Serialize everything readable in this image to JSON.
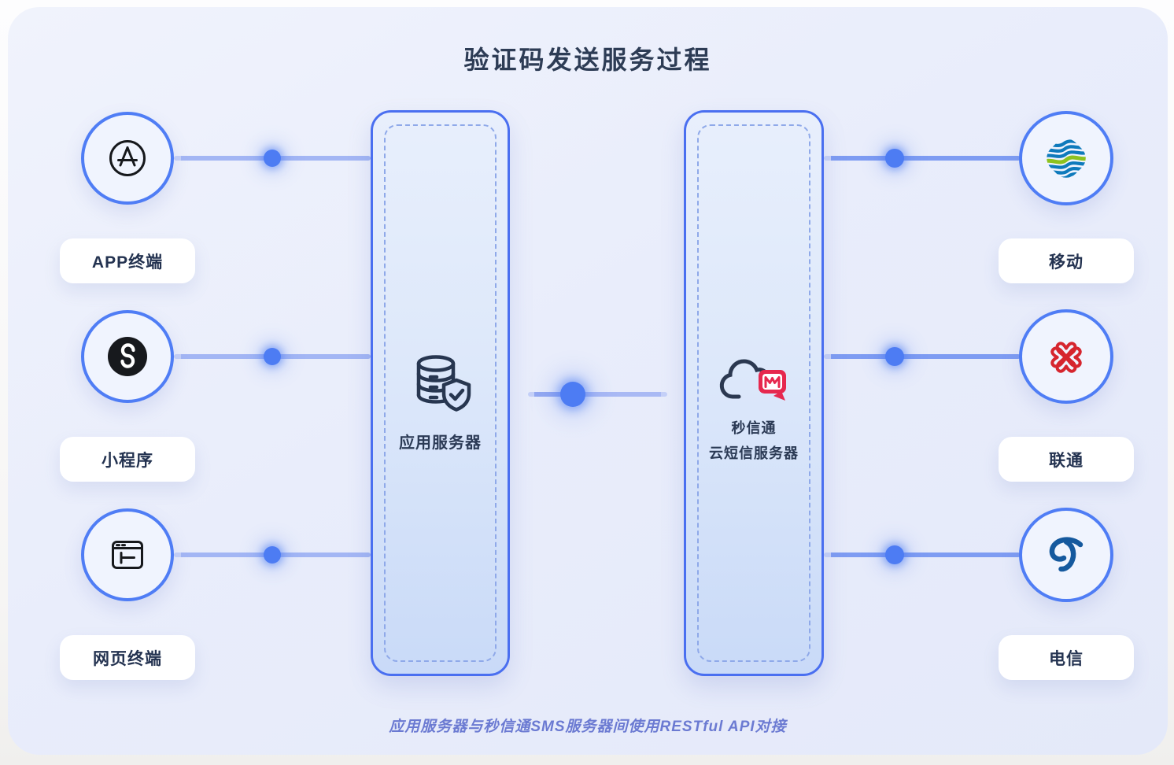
{
  "title": "验证码发送服务过程",
  "caption": "应用服务器与秒信通SMS服务器间使用RESTful API对接",
  "terminals": [
    {
      "label": "APP终端",
      "icon": "app-store-icon"
    },
    {
      "label": "小程序",
      "icon": "miniprogram-icon"
    },
    {
      "label": "网页终端",
      "icon": "browser-window-icon"
    }
  ],
  "app_server": {
    "label": "应用服务器",
    "icon": "database-shield-icon"
  },
  "sms_server": {
    "name": "秒信通",
    "label": "云短信服务器",
    "icon": "cloud-message-icon"
  },
  "carriers": [
    {
      "label": "移动",
      "icon": "china-mobile-icon"
    },
    {
      "label": "联通",
      "icon": "china-unicom-icon"
    },
    {
      "label": "电信",
      "icon": "china-telecom-icon"
    }
  ],
  "colors": {
    "accent_blue": "#4a6ff0",
    "node_border_blue": "#4f7df5",
    "connector_light": "#a3b6f4",
    "connector_medium": "#7e9cf2",
    "dot_blue": "#4d7cf3",
    "title_navy": "#2d3c55",
    "caption_purple": "#6b7ad2",
    "icon_ink": "#273650",
    "china_mobile_blue": "#0e7abc",
    "china_mobile_green": "#8dc21f",
    "china_unicom_red": "#d6252e",
    "china_telecom_blue": "#15599e",
    "msc_red": "#e6284e",
    "card_bg": "#e9edfb"
  }
}
